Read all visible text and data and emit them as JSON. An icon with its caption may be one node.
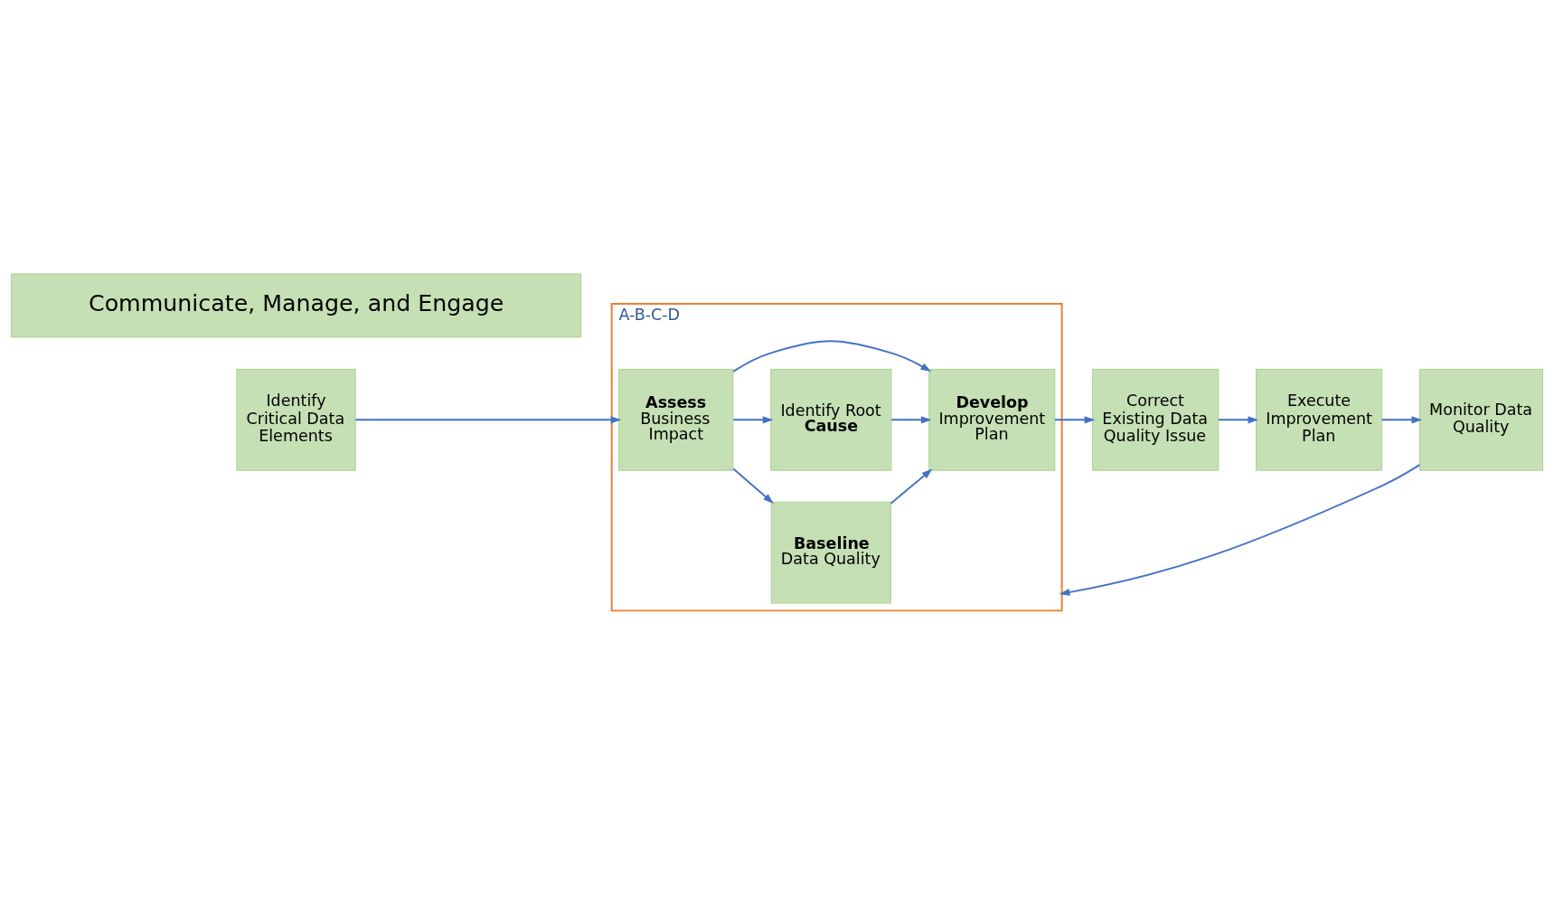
{
  "diagram": {
    "nodes": [
      {
        "text": [
          "A-B-C-D"
        ]
      },
      {
        "text": [
          "Identify Critical Data Elements"
        ]
      },
      {
        "text": [
          "**Assess** Business Impact"
        ],
        "in": 0
      },
      {
        "text": [
          "**Baseline** Data Quality"
        ],
        "in": 0
      },
      {
        "text": [
          "Identify Root **Cause**"
        ],
        "in": 0
      },
      {
        "text": [
          "**Develop** Improvement Plan"
        ],
        "in": 0
      },
      {
        "text": [
          "Correct Existing Data Quality Issue"
        ]
      },
      {
        "text": [
          "Execute Improvement Plan"
        ]
      },
      {
        "text": [
          "Monitor Data Quality"
        ]
      },
      {
        "text": [
          "Communicate, Manage, and Engage"
        ]
      }
    ],
    "edges": [
      {
        "from": 1,
        "to": 2,
        "arrow": "to"
      },
      {
        "from": 2,
        "to": 3,
        "arrow": "to"
      },
      {
        "from": 2,
        "to": 5,
        "arrow": "to"
      },
      {
        "from": 2,
        "to": 4,
        "arrow": "to"
      },
      {
        "from": 3,
        "to": 5,
        "arrow": "to"
      },
      {
        "from": 4,
        "to": 5,
        "arrow": "to"
      },
      {
        "from": 5,
        "to": 6,
        "arrow": "to"
      },
      {
        "from": 6,
        "to": 7,
        "arrow": "to"
      },
      {
        "from": 7,
        "to": 8,
        "arrow": "to"
      },
      {
        "from": 8,
        "to": 0,
        "arrow": "to"
      }
    ]
  }
}
